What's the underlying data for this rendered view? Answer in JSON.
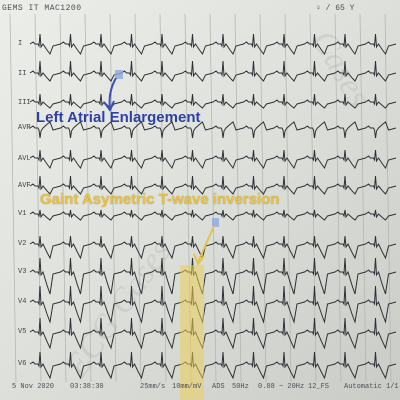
{
  "header": {
    "device_text": "GEMS IT MAC1200",
    "right_text": "♀ / 65 Y"
  },
  "leads": [
    "I",
    "II",
    "III",
    "AVR",
    "AVL",
    "AVF",
    "V1",
    "V2",
    "V3",
    "V4",
    "V5",
    "V6"
  ],
  "annotations": {
    "left_atrial": "Left Atrial Enlargement",
    "t_wave": "Gaint Asymetric T-wave inversion"
  },
  "footer": {
    "date": "5 Nov 2020",
    "time": "03:38:30",
    "speed": "25mm/s",
    "gain": "10mm/mV",
    "mode": "ADS",
    "freq": "50Hz",
    "filter": "0.08 ~ 20Hz",
    "format": "12_FS",
    "auto": "Automatic",
    "page": "1/1"
  },
  "watermark": {
    "text1": "Cases",
    "text2": "ECG Cases"
  },
  "colors": {
    "annotation_blue": "#2f3fa6",
    "annotation_yellow": "#e7c24a",
    "trace": "#2d3136",
    "grid": "#aeb3aa"
  }
}
